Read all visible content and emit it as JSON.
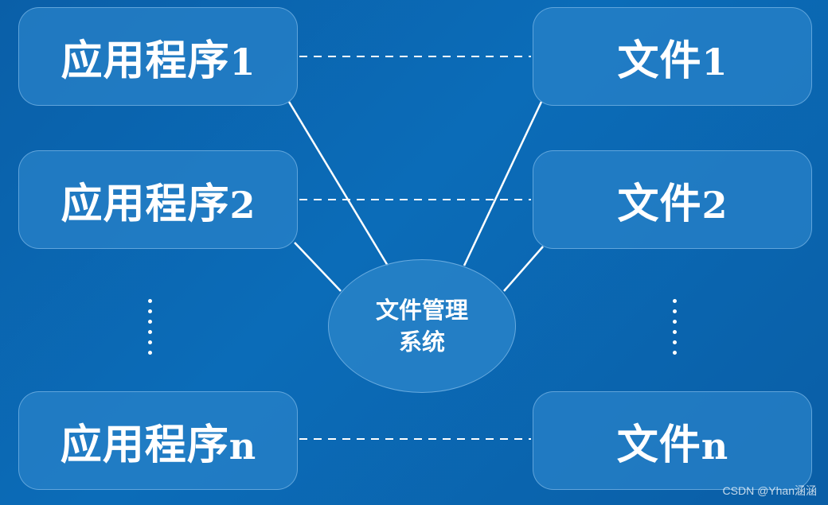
{
  "diagram": {
    "applications": [
      {
        "name": "应用程序",
        "index": "1"
      },
      {
        "name": "应用程序",
        "index": "2"
      },
      {
        "name": "应用程序",
        "index": "n"
      }
    ],
    "files": [
      {
        "name": "文件",
        "index": "1"
      },
      {
        "name": "文件",
        "index": "2"
      },
      {
        "name": "文件",
        "index": "n"
      }
    ],
    "center_label": "文件管理系统",
    "ellipsis": "⋮"
  },
  "watermark": "CSDN @Yhan涵涵",
  "colors": {
    "background": "#0b66b2",
    "box_fill": "#2882c8",
    "line": "#ffffff",
    "text": "#ffffff"
  }
}
